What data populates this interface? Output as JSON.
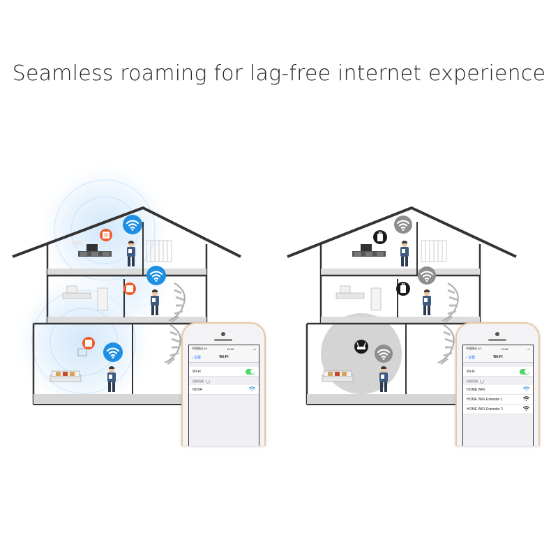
{
  "headline": "Seamless roaming for lag-free internet experience",
  "colors": {
    "accent_blue": "#1e8fe2",
    "node_orange": "#f05a28",
    "house_outline": "#333333",
    "grey_signal": "#9a9a9a",
    "toggle_green": "#4cd964"
  },
  "left_scene": {
    "phone": {
      "status_carrier": "中国移动",
      "status_network": "4G",
      "status_time": "15:58",
      "nav_back": "设置",
      "nav_title": "Wi-Fi",
      "wifi_label": "Wi-Fi",
      "section_label": "选取网络",
      "networks": [
        "NOVA"
      ]
    }
  },
  "right_scene": {
    "phone": {
      "status_carrier": "中国移动",
      "status_network": "4G",
      "status_time": "15:58",
      "nav_back": "设置",
      "nav_title": "Wi-Fi",
      "wifi_label": "Wi-Fi",
      "section_label": "选取网络",
      "networks": [
        "HOME WiFi",
        "HOME WiFi Extender 1",
        "HOME WiFi Extender 2"
      ]
    }
  },
  "icons": [
    "wifi-icon",
    "mesh-node-icon",
    "router-icon",
    "extender-icon",
    "person-icon",
    "house-icon"
  ]
}
